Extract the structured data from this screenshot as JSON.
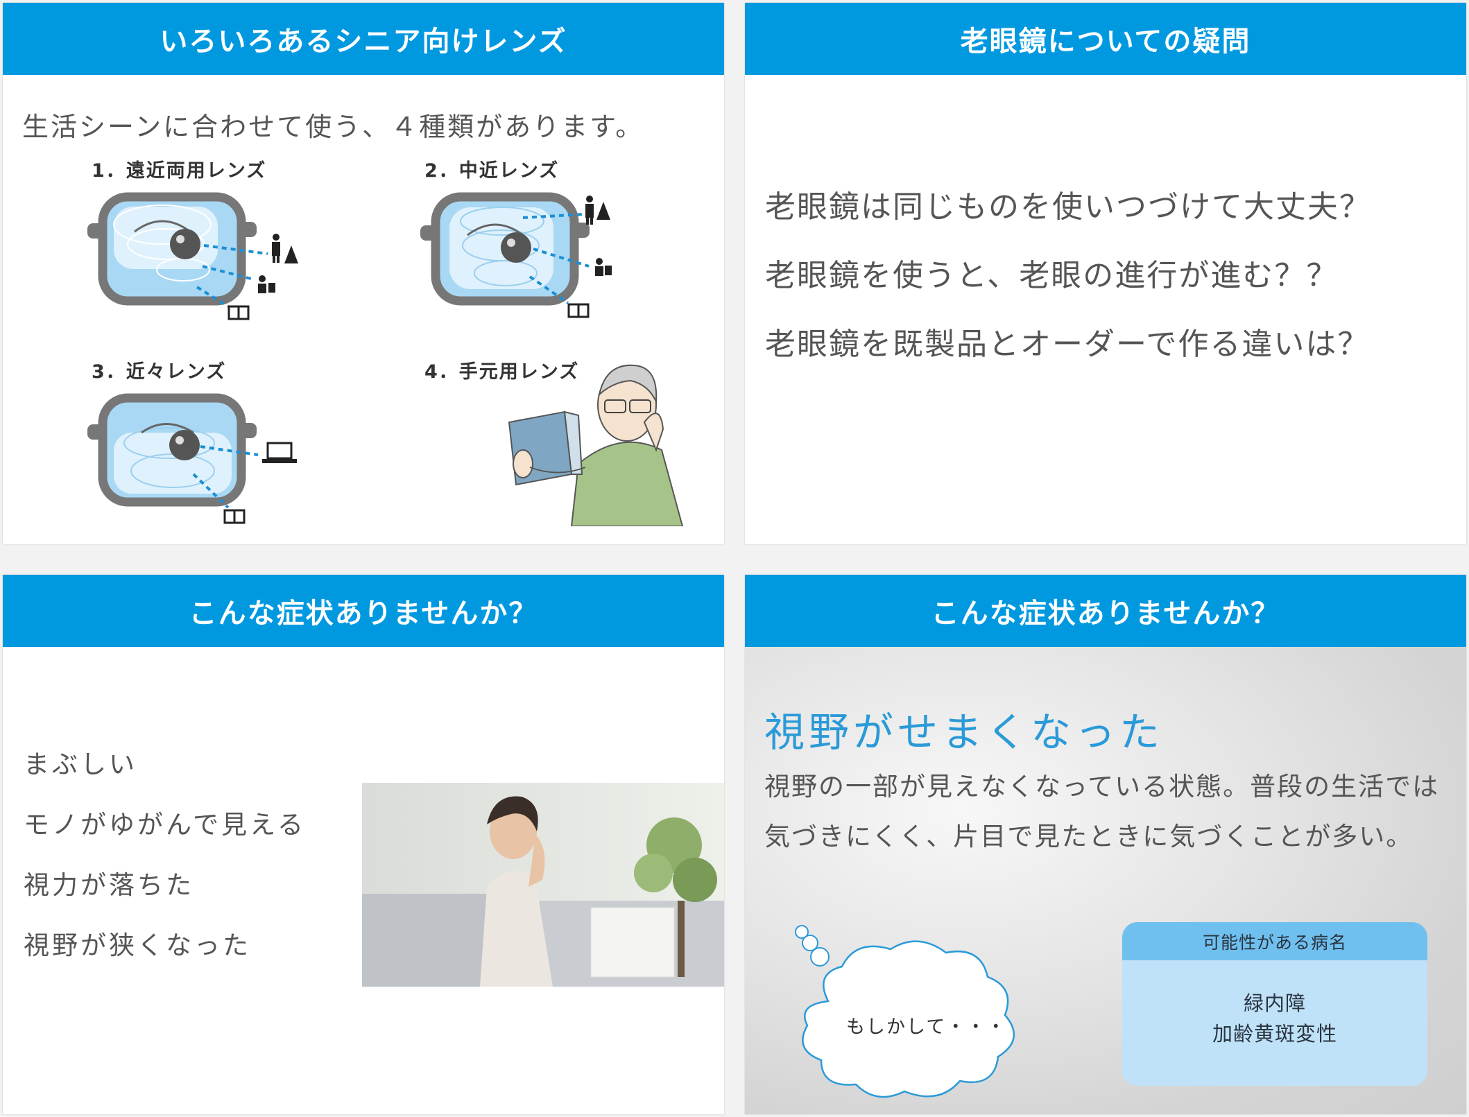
{
  "panels": {
    "lenses": {
      "title": "いろいろあるシニア向けレンズ",
      "intro": "生活シーンに合わせて使う、４種類があります。",
      "items": [
        {
          "label": "1．遠近両用レンズ"
        },
        {
          "label": "2．中近レンズ"
        },
        {
          "label": "3．近々レンズ"
        },
        {
          "label": "4．手元用レンズ"
        }
      ]
    },
    "questions": {
      "title": "老眼鏡についての疑問",
      "items": [
        "老眼鏡は同じものを使いつづけて大丈夫？",
        "老眼鏡を使うと、老眼の進行が進む？？",
        "老眼鏡を既製品とオーダーで作る違いは？"
      ]
    },
    "symptoms": {
      "title": "こんな症状ありませんか？",
      "items": [
        "まぶしい",
        "モノがゆがんで見える",
        "視力が落ちた",
        "視野が狭くなった"
      ]
    },
    "narrow_vision": {
      "title": "こんな症状ありませんか？",
      "subtitle": "視野がせまくなった",
      "description": "視野の一部が見えなくなっている状態。普段の生活では気づきにくく、片目で見たときに気づくことが多い。",
      "thought": "もしかして・・・",
      "disease_box": {
        "heading": "可能性がある病名",
        "names": [
          "緑内障",
          "加齢黄斑変性"
        ]
      }
    }
  },
  "colors": {
    "header_blue": "#0099e0",
    "lens_blue": "#a8d8f4",
    "frame_gray": "#777777",
    "accent_text_blue": "#2a9ad8",
    "disease_box_bg": "#bfe2f8",
    "disease_box_head": "#6fc0ee"
  },
  "icons": [
    "eyeglasses-lens-diagram",
    "person-icon",
    "mountain-icon",
    "book-icon",
    "laptop-icon",
    "thought-cloud"
  ]
}
